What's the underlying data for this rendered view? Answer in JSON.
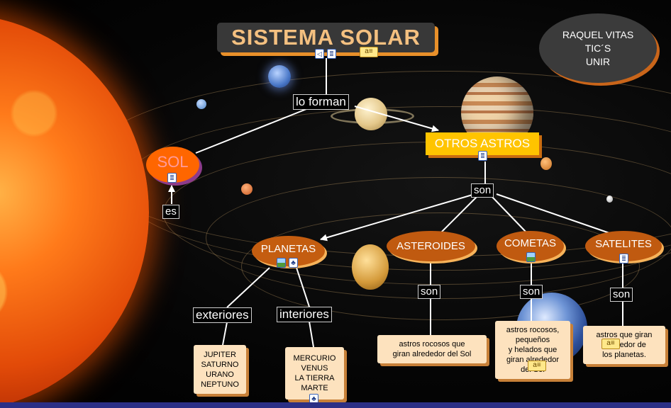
{
  "title": "SISTEMA SOLAR",
  "credits": [
    "RAQUEL VITAS",
    "TIC´S",
    "UNIR"
  ],
  "nodes": {
    "sol": "SOL",
    "otros_astros": "OTROS ASTROS",
    "planetas": "PLANETAS",
    "asteroides": "ASTEROIDES",
    "cometas": "COMETAS",
    "satelites": "SATELITES"
  },
  "links": {
    "lo_forman": "lo forman",
    "es": "es",
    "son_top": "son",
    "exteriores": "exteriores",
    "interiores": "interiores",
    "son_asteroides": "son",
    "son_cometas": "son",
    "son_satelites": "son"
  },
  "leaves": {
    "exteriores": [
      "JUPITER",
      "SATURNO",
      "URANO",
      "NEPTUNO"
    ],
    "interiores": [
      "MERCURIO",
      "VENUS",
      "LA TIERRA",
      "MARTE"
    ],
    "asteroides": [
      "astros rocosos que",
      "giran alrededor del Sol"
    ],
    "cometas": [
      "astros rocosos,",
      "pequeños",
      "y helados que",
      "giran alrededor",
      "del Sol"
    ],
    "satelites": [
      "astros que giran",
      "alrededor de",
      "los planetas."
    ]
  },
  "colors": {
    "title_text": "#f4c080",
    "node_fill": "#c05a10",
    "sol_fill": "#ff6600",
    "otros_fill": "#ffc400",
    "leaf_fill": "#fde2be",
    "edge": "#ffffff",
    "bottom_bar": "#2b2f86"
  }
}
